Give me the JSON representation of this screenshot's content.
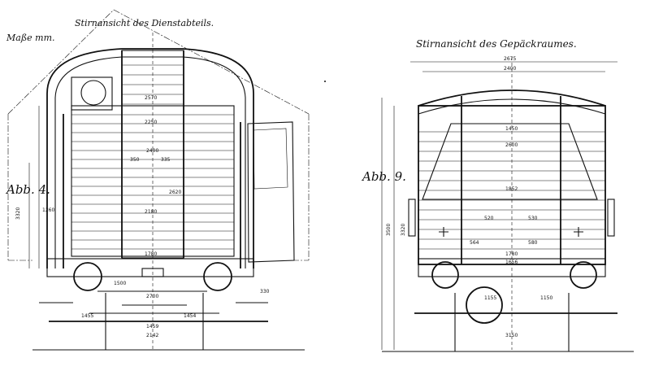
{
  "drawing": {
    "units_note": "Maße mm.",
    "left_view": {
      "title": "Stirnansicht des Dienstabteils.",
      "figure_label": "Abb. 4.",
      "dimensions": [
        "2570",
        "2400",
        "2620",
        "350",
        "335",
        "2250",
        "2180",
        "1260",
        "3320",
        "1780",
        "2700",
        "1500",
        "1459",
        "2142",
        "330",
        "1454",
        "1455"
      ]
    },
    "right_view": {
      "title": "Stirnansicht des Gepäckraumes.",
      "figure_label": "Abb. 9.",
      "dimensions": [
        "2675",
        "2400",
        "1450",
        "2600",
        "1852",
        "520",
        "530",
        "564",
        "580",
        "1780",
        "1656",
        "3320",
        "3500",
        "1155",
        "1150",
        "3150"
      ]
    }
  }
}
